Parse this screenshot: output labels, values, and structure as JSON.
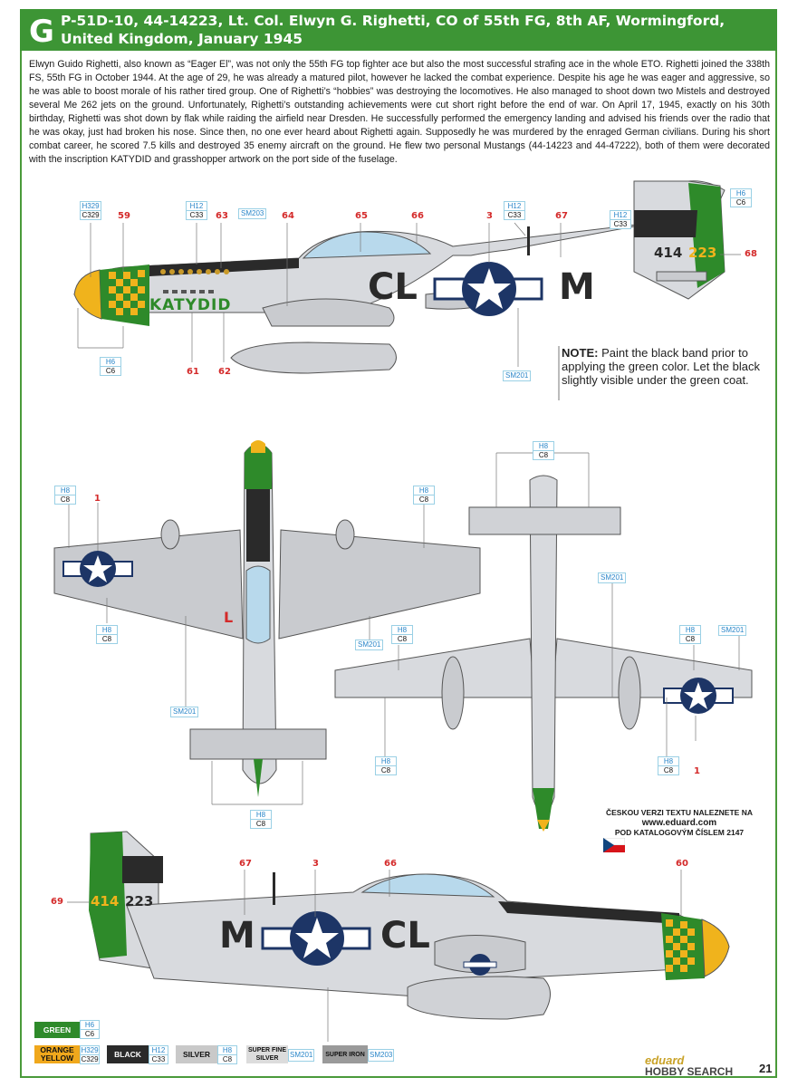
{
  "header": {
    "letter": "G",
    "title": "P-51D-10, 44-14223, Lt. Col. Elwyn G. Righetti, CO of 55th FG, 8th AF, Wormingford, United Kingdom, January 1945"
  },
  "description": "Elwyn Guido Righetti, also known as “Eager El”, was not only the 55th FG top fighter ace but also the most successful strafing ace in the whole ETO. Righetti joined the 338th FS, 55th FG in October 1944. At the age of 29, he was already a matured pilot, however he lacked the combat experience. Despite his age he was eager and aggressive, so he was able to boost morale of his rather tired group. One of Righetti’s “hobbies” was destroying the locomotives. He also managed to shoot down two Mistels and destroyed several Me 262 jets on the ground. Unfortunately, Righetti’s outstanding achievements were cut short right before the end of war. On April 17, 1945, exactly on his 30th birthday, Righetti was shot down by flak while raiding the airfield near Dresden. He successfully performed the emergency landing and advised his friends over the radio that he was okay, just had broken his nose. Since then, no one ever heard about Righetti again. Supposedly he was murdered by the enraged German civilians. During his short combat career, he scored 7.5 kills and destroyed 35 enemy aircraft on the ground. He flew two personal Mustangs (44-14223 and 44-47222), both of them were decorated with the inscription KATYDID and grasshopper artwork on the port side of the fuselage.",
  "aircraft": {
    "nose_art": "KATYDID",
    "code_left": "CL",
    "code_right": "M",
    "serial_prefix": "414",
    "serial_suffix": "223",
    "wing_marker": "L"
  },
  "note": {
    "label": "NOTE:",
    "text": "Paint the black band prior to applying the green color. Let the black slightly visible under the green coat."
  },
  "callouts": {
    "c59": "59",
    "c63": "63",
    "c64": "64",
    "c65": "65",
    "c66": "66",
    "c3": "3",
    "c67": "67",
    "c68": "68",
    "c61": "61",
    "c62": "62",
    "c1a": "1",
    "c1b": "1",
    "c69": "69",
    "c67b": "67",
    "c3b": "3",
    "c66b": "66",
    "c60": "60"
  },
  "codes": {
    "h329": "H329",
    "c329": "C329",
    "h12": "H12",
    "c33": "C33",
    "h6": "H6",
    "c6": "C6",
    "h8": "H8",
    "c8": "C8",
    "sm201": "SM201",
    "sm203": "SM203"
  },
  "czech": {
    "line1": "ČESKOU VERZI TEXTU NALEZNETE NA",
    "url": "www.eduard.com",
    "line2": "POD KATALOGOVÝM ČÍSLEM 2147"
  },
  "legend": [
    {
      "name": "GREEN",
      "h": "H6",
      "c": "C6",
      "color": "#2e8a2a",
      "text": "#ffffff"
    },
    {
      "name": "ORANGE YELLOW",
      "h": "H329",
      "c": "C329",
      "color": "#f0a81c",
      "text": "#111111"
    },
    {
      "name": "BLACK",
      "h": "H12",
      "c": "C33",
      "color": "#2a2a2a",
      "text": "#ffffff"
    },
    {
      "name": "SILVER",
      "h": "H8",
      "c": "C8",
      "color": "#c9c9c9",
      "text": "#111111"
    },
    {
      "name": "SUPER FINE SILVER",
      "sm": "SM201",
      "color": "#dcdcdc",
      "text": "#111111"
    },
    {
      "name": "SUPER IRON",
      "sm": "SM203",
      "color": "#9a9a9a",
      "text": "#111111"
    }
  ],
  "footer": {
    "brand": "eduard",
    "search": "HOBBY SEARCH",
    "page": "21"
  },
  "colors": {
    "green": "#2e8a2a",
    "yellow": "#f0b31c",
    "black": "#2a2a2a",
    "silver": "#d4d6d9",
    "insignia_blue": "#1d3566",
    "callout_red": "#d42a2a",
    "code_blue": "#2a86c9"
  }
}
